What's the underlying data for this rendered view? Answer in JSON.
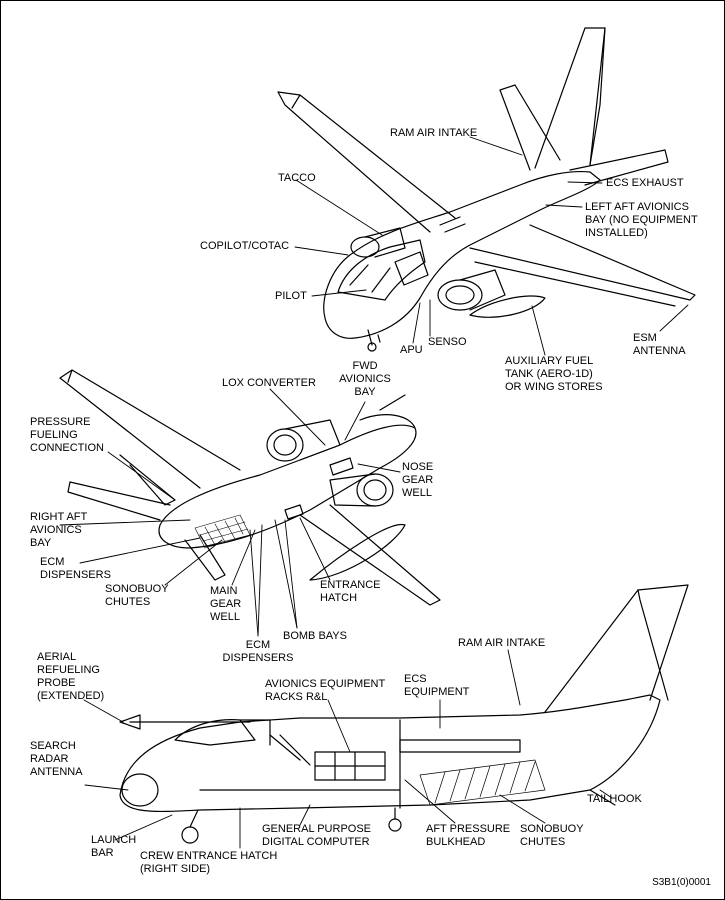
{
  "labels": {
    "ram_air_intake_top": "RAM AIR INTAKE",
    "ecs_exhaust": "ECS EXHAUST",
    "tacco": "TACCO",
    "left_aft_avionics": "LEFT AFT AVIONICS\nBAY (NO EQUIPMENT\nINSTALLED)",
    "copilot": "COPILOT/COTAC",
    "pilot": "PILOT",
    "apu": "APU",
    "senso": "SENSO",
    "esm_antenna": "ESM\nANTENNA",
    "aux_fuel": "AUXILIARY FUEL\nTANK (AERO-1D)\nOR WING STORES",
    "lox_converter": "LOX CONVERTER",
    "fwd_avionics": "FWD\nAVIONICS\nBAY",
    "pressure_fueling": "PRESSURE\nFUELING\nCONNECTION",
    "nose_gear_well": "NOSE\nGEAR\nWELL",
    "right_aft_avionics": "RIGHT AFT\nAVIONICS\nBAY",
    "ecm_dispensers_1": "ECM\nDISPENSERS",
    "sonobuoy_chutes_1": "SONOBUOY\nCHUTES",
    "main_gear_well": "MAIN\nGEAR\nWELL",
    "entrance_hatch": "ENTRANCE\nHATCH",
    "bomb_bays": "BOMB BAYS",
    "ecm_dispensers_2": "ECM\nDISPENSERS",
    "ram_air_intake_bottom": "RAM AIR INTAKE",
    "aerial_refueling": "AERIAL\nREFUELING\nPROBE\n(EXTENDED)",
    "avionics_racks": "AVIONICS EQUIPMENT\nRACKS R&L",
    "ecs_equipment": "ECS\nEQUIPMENT",
    "search_radar": "SEARCH\nRADAR\nANTENNA",
    "tailhook": "TAILHOOK",
    "launch_bar": "LAUNCH\nBAR",
    "gp_computer": "GENERAL PURPOSE\nDIGITAL COMPUTER",
    "aft_bulkhead": "AFT PRESSURE\nBULKHEAD",
    "sonobuoy_chutes_2": "SONOBUOY\nCHUTES",
    "crew_hatch": "CREW ENTRANCE HATCH\n(RIGHT SIDE)"
  },
  "figure_code": "S3B1(0)0001"
}
